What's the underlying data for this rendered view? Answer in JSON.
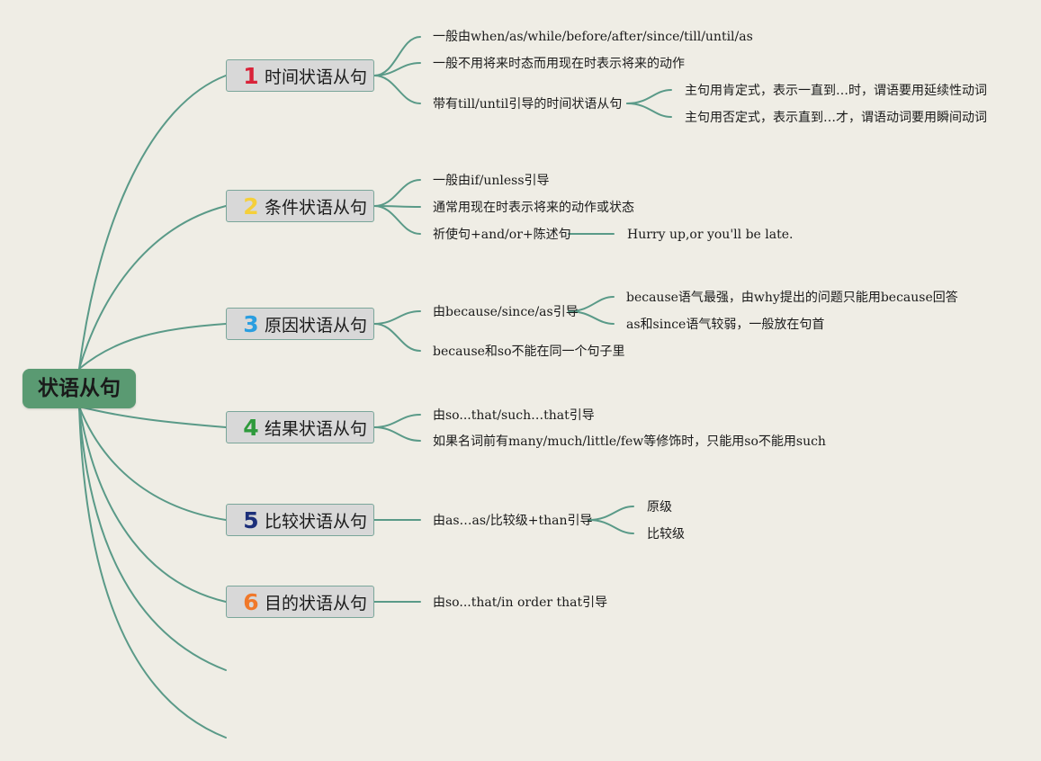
{
  "root": {
    "label": "状语从句"
  },
  "branches": [
    {
      "num": "1",
      "color": "#d9233a",
      "label": "时间状语从句",
      "items": [
        "一般由when/as/while/before/after/since/till/until/as",
        "一般不用将来时态而用现在时表示将来的动作",
        "带有till/until引导的时间状语从句"
      ],
      "sub": [
        "主句用肯定式，表示一直到…时，谓语要用延续性动词",
        "主句用否定式，表示直到…才，谓语动词要用瞬间动词"
      ]
    },
    {
      "num": "2",
      "color": "#f5cf3a",
      "label": "条件状语从句",
      "items": [
        "一般由if/unless引导",
        "通常用现在时表示将来的动作或状态",
        "祈使句+and/or+陈述句"
      ],
      "sub": [
        "Hurry up,or you'll be late."
      ]
    },
    {
      "num": "3",
      "color": "#2a9ee0",
      "label": "原因状语从句",
      "items": [
        "由because/since/as引导",
        "because和so不能在同一个句子里"
      ],
      "sub": [
        "because语气最强，由why提出的问题只能用because回答",
        "as和since语气较弱，一般放在句首"
      ]
    },
    {
      "num": "4",
      "color": "#2e9a3c",
      "label": "结果状语从句",
      "items": [
        "由so...that/such…that引导",
        "如果名词前有many/much/little/few等修饰时，只能用so不能用such"
      ]
    },
    {
      "num": "5",
      "color": "#1c2f7a",
      "label": "比较状语从句",
      "items": [
        "由as…as/比较级+than引导"
      ],
      "sub": [
        "原级",
        "比较级"
      ]
    },
    {
      "num": "6",
      "color": "#f0782a",
      "label": "目的状语从句",
      "items": [
        "由so...that/in order that引导"
      ]
    }
  ],
  "colors": {
    "line": "#5a9a88",
    "root_bg": "#5a9a72",
    "branch_bg": "#d8d8d8",
    "background": "#efede5"
  }
}
